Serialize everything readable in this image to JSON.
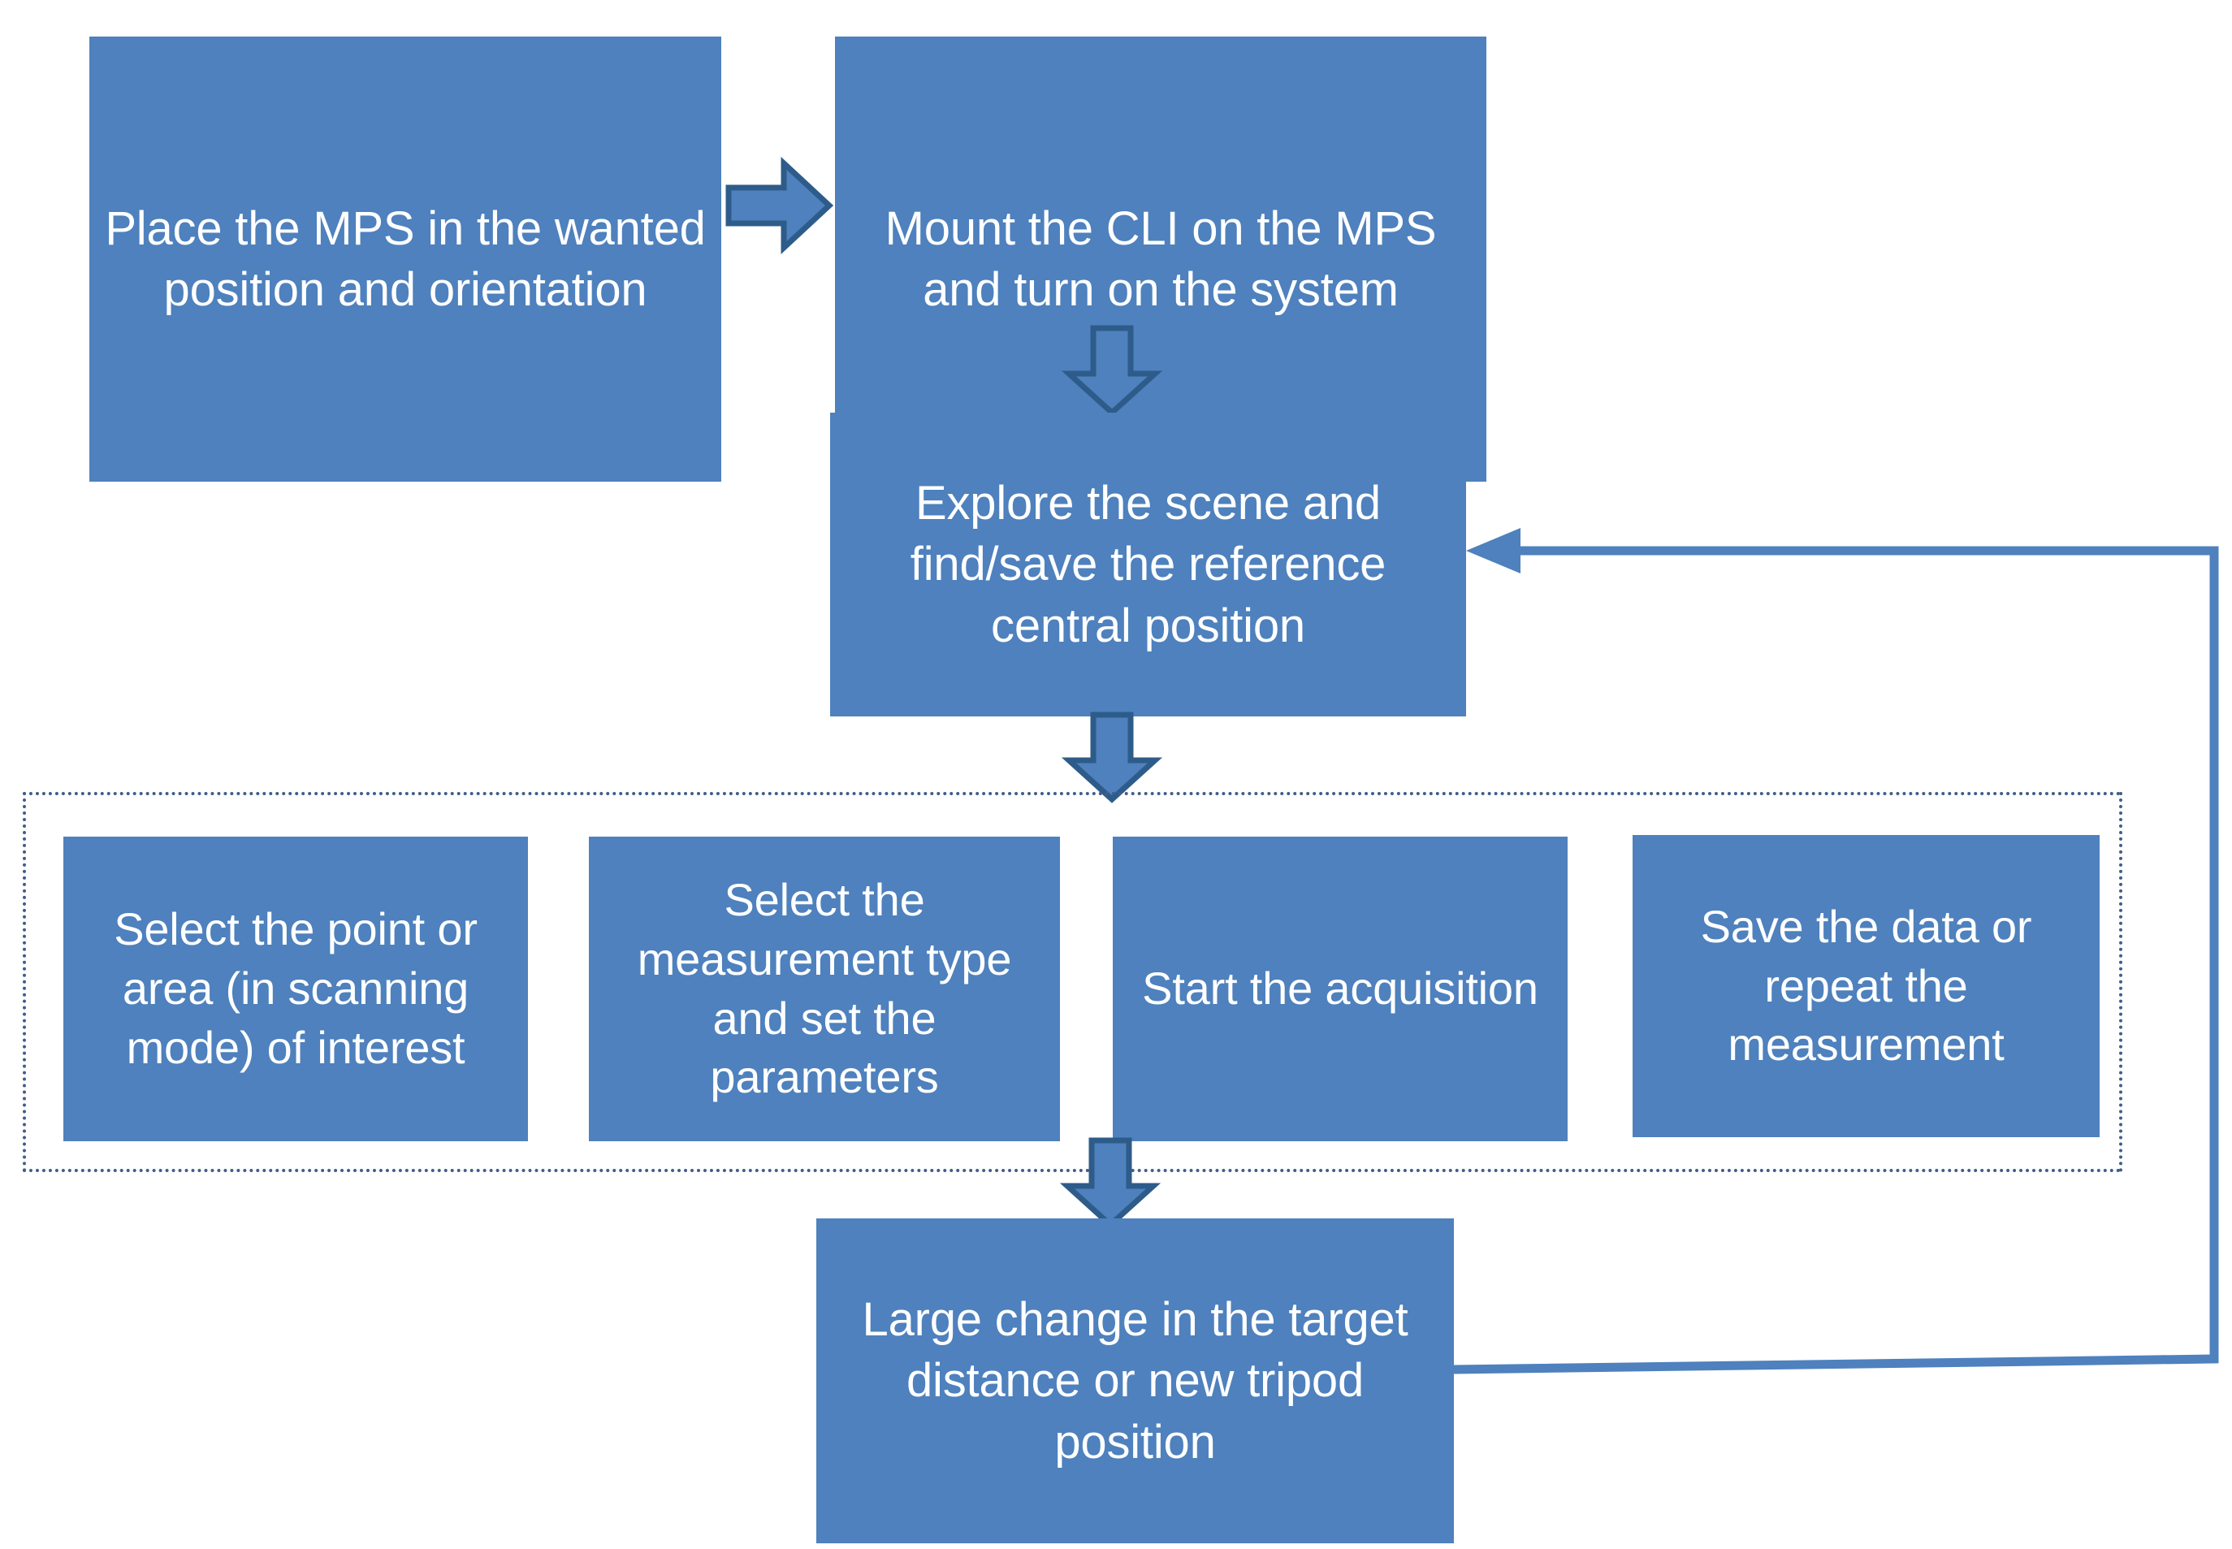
{
  "diagram": {
    "title": "MPS / CLI measurement procedure flowchart",
    "type": "flowchart",
    "colors": {
      "node_fill": "#4E81BD",
      "node_text": "#FFFFFF",
      "arrow_fill": "#4E81BD",
      "arrow_stroke": "#2E5C8A",
      "connector_line": "#4E81BD",
      "group_border": "#3F5E8C",
      "background": "#FFFFFF"
    },
    "nodes": {
      "place_mps": "Place the MPS in the wanted position and orientation",
      "mount_cli": "Mount the CLI on the MPS and turn on the system",
      "explore_scene": "Explore the scene and find/save the reference central position",
      "select_point": "Select the point or area (in scanning mode) of interest",
      "select_measurement": "Select the measurement type and  set the parameters",
      "start_acquisition": "Start the acquisition",
      "save_data": "Save the data or repeat the measurement",
      "large_change": "Large change in the target distance or new tripod position"
    },
    "group": {
      "label": "",
      "members": [
        "select_point",
        "select_measurement",
        "start_acquisition",
        "save_data"
      ],
      "border_style": "dotted"
    },
    "connectors": [
      {
        "name": "place-to-mount",
        "from": "place_mps",
        "to": "mount_cli",
        "style": "block-arrow",
        "direction": "right"
      },
      {
        "name": "mount-to-explore",
        "from": "mount_cli",
        "to": "explore_scene",
        "style": "block-arrow",
        "direction": "down"
      },
      {
        "name": "explore-to-group",
        "from": "explore_scene",
        "to": "select_point",
        "style": "block-arrow",
        "direction": "down"
      },
      {
        "name": "group-to-large-change",
        "from": "save_data",
        "to": "large_change",
        "style": "block-arrow",
        "direction": "down"
      },
      {
        "name": "large-change-feedback",
        "from": "large_change",
        "to": "explore_scene",
        "style": "line-arrow",
        "direction": "loop-left"
      }
    ]
  }
}
